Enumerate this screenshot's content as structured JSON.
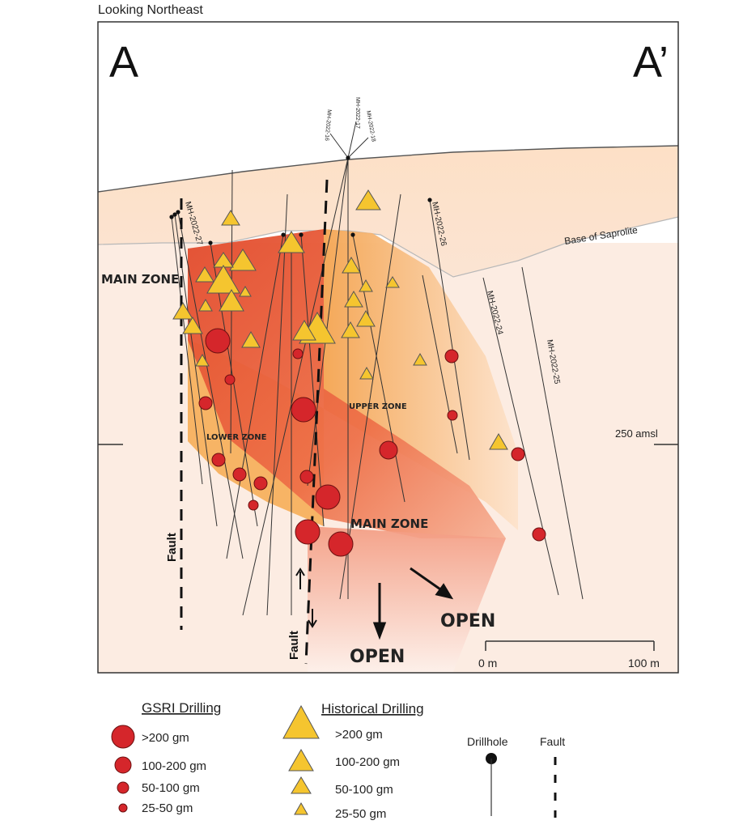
{
  "view_label": "Looking Northeast",
  "section_start": "A",
  "section_end": "A’",
  "base_of_saprolite": "Base of Saprolite",
  "elevation_label": "250 amsl",
  "zones": {
    "main_left": "MAIN ZONE",
    "main_lower": "MAIN ZONE",
    "upper": "UPPER ZONE",
    "lower": "LOWER ZONE"
  },
  "fault_labels": [
    "Fault",
    "Fault"
  ],
  "open_labels": [
    "OPEN",
    "OPEN"
  ],
  "drillholes": [
    "MH-2022-27",
    "MH-2022-26",
    "MH-2022-24",
    "MH-2022-25",
    "MH-2022-17",
    "MH-2022-18",
    "MH-2022-16"
  ],
  "scale_bar": {
    "start": "0 m",
    "end": "100 m"
  },
  "colors": {
    "gsri_dot": "#d42a2a",
    "historical_triangle": "#f2c230",
    "main_zone": "#e8603a",
    "upper_zone": "#f6b259",
    "saprolite": "#fde7d6"
  },
  "legend": {
    "gsri_title": "GSRI Drilling",
    "historical_title": "Historical Drilling",
    "gsri_items": [
      ">200 gm",
      "100-200 gm",
      "50-100 gm",
      "25-50 gm"
    ],
    "historical_items": [
      ">200 gm",
      "100-200 gm",
      "50-100 gm",
      "25-50 gm"
    ],
    "drillhole_label": "Drillhole",
    "fault_label": "Fault"
  }
}
